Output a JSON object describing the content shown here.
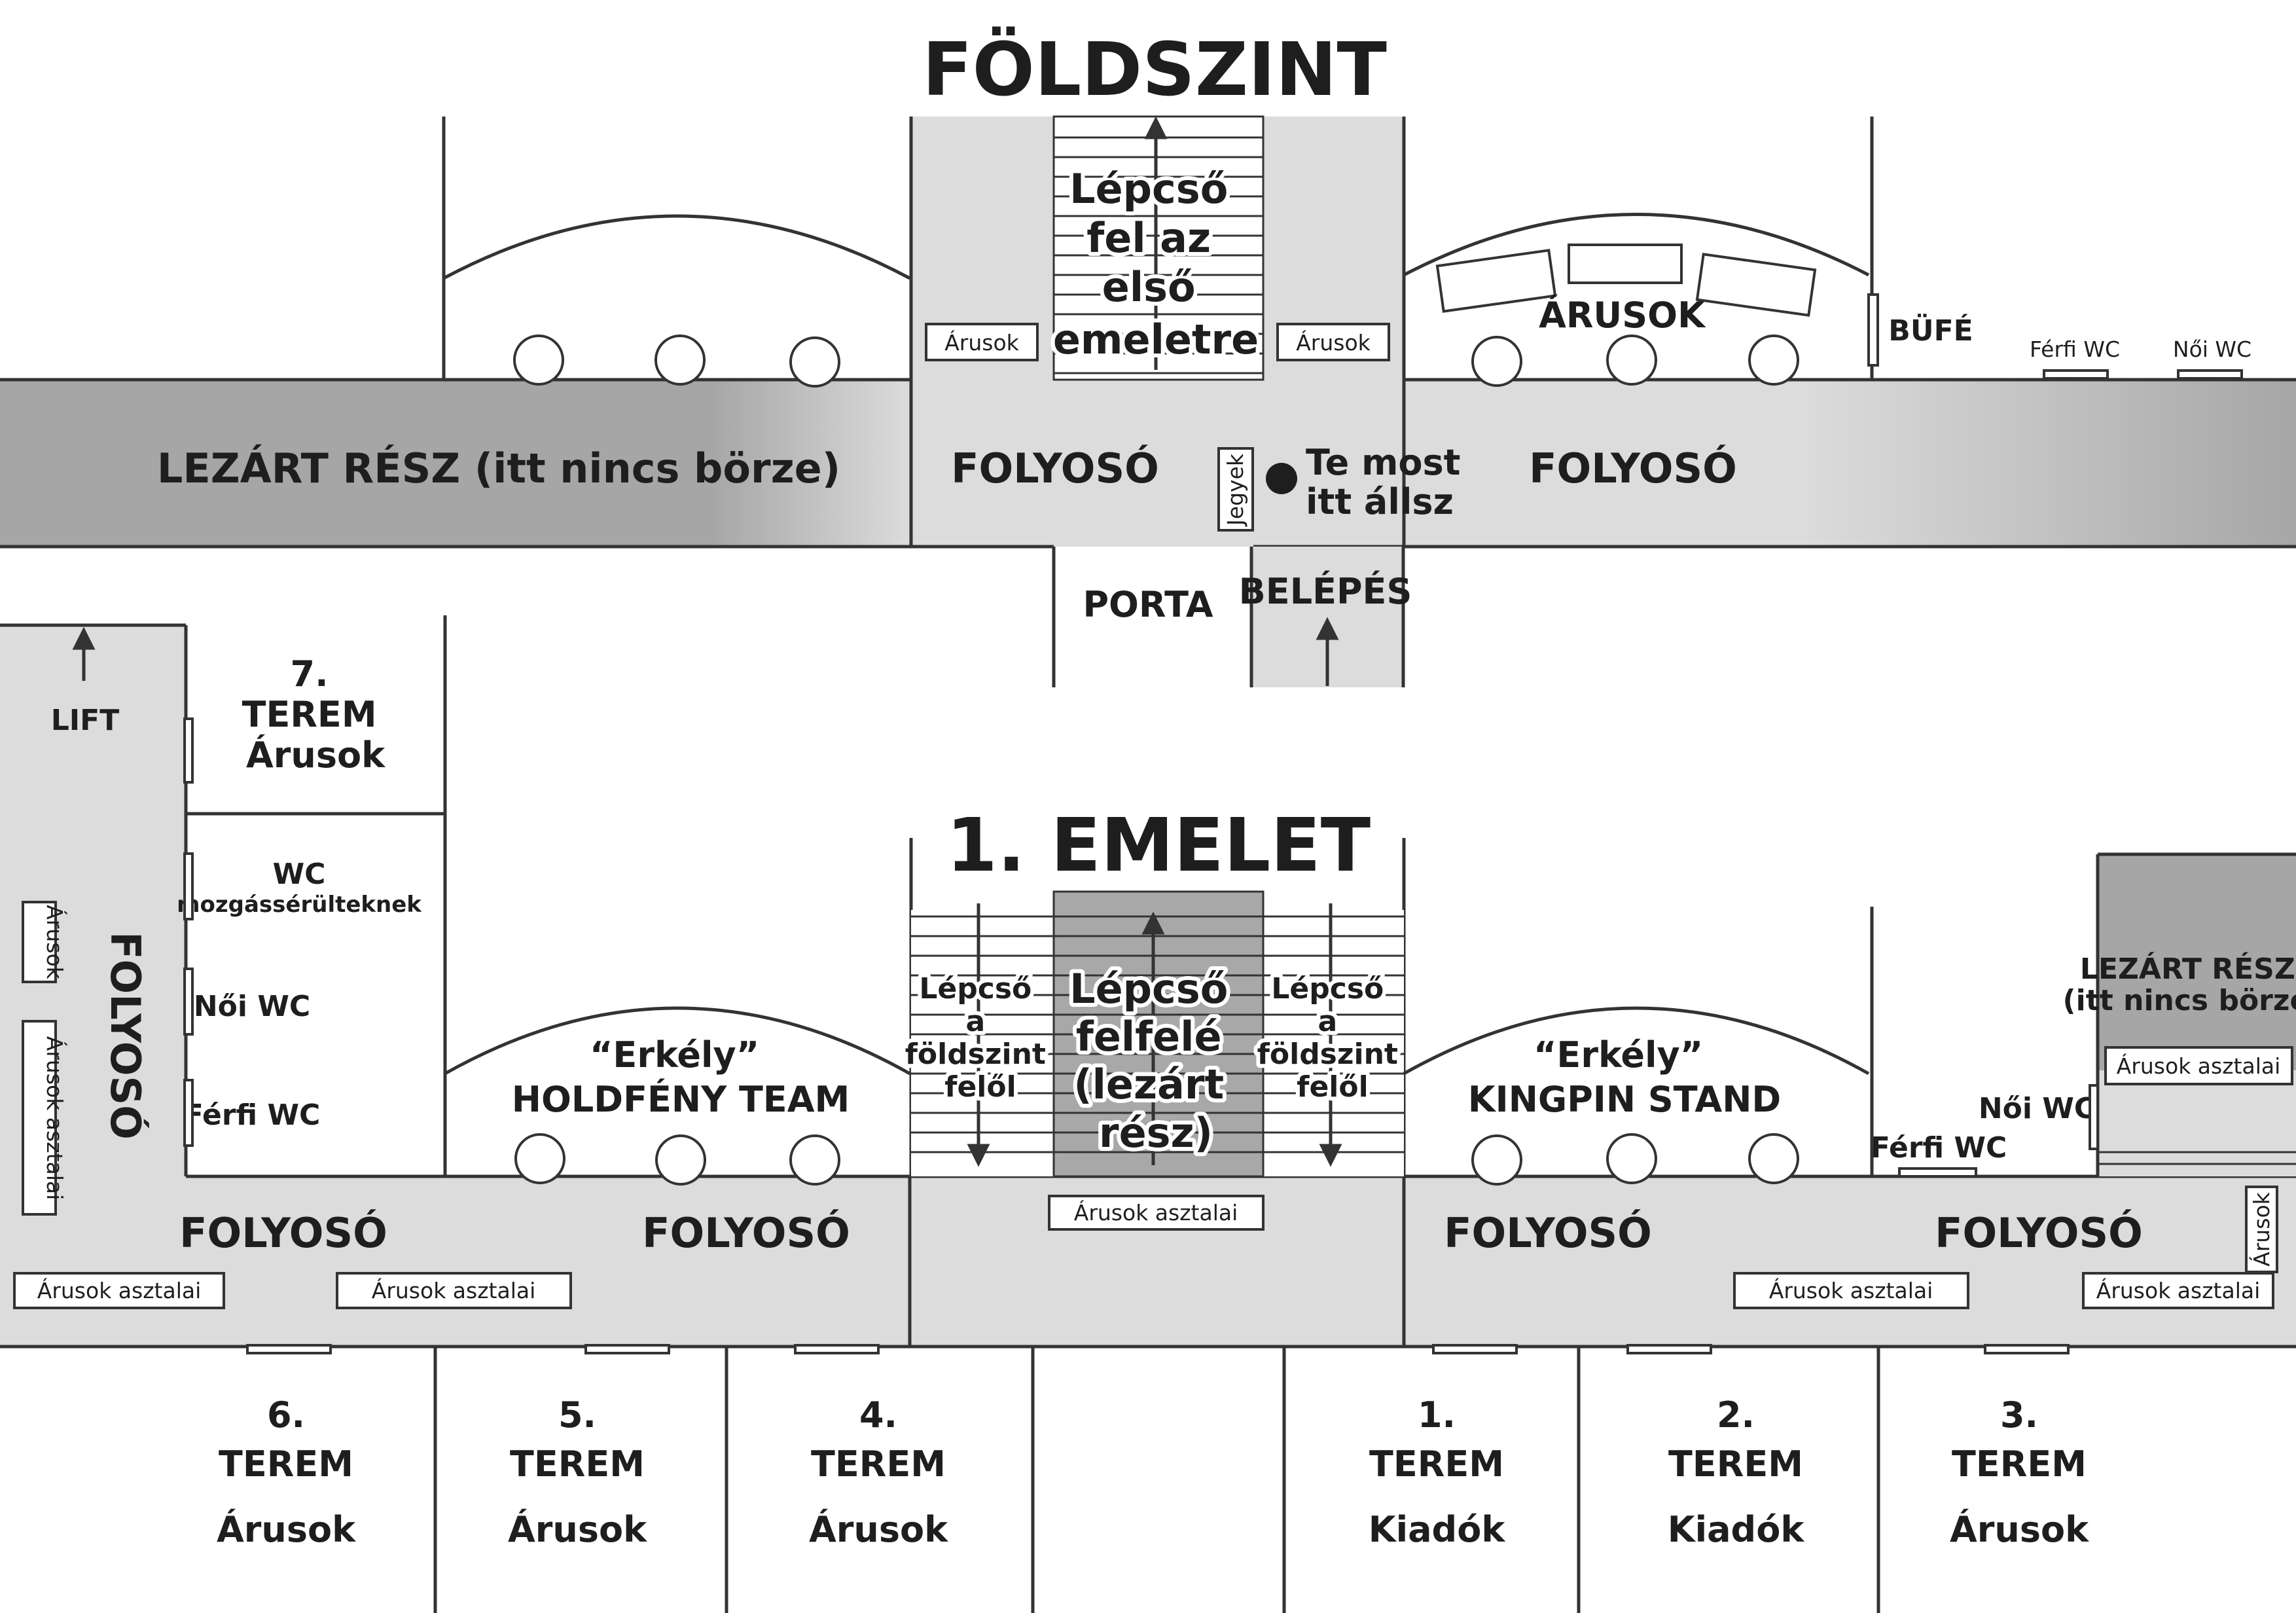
{
  "ground_floor": {
    "title": "FÖLDSZINT",
    "stairs_up": [
      "Lépcső",
      "fel az",
      "első",
      "emeletre"
    ],
    "vendors_left": "Árusok",
    "vendors_right": "Árusok",
    "vendors_area": "ÁRUSOK",
    "buffet": "BÜFÉ",
    "mens_wc": "Férfi WC",
    "womens_wc": "Női WC",
    "closed_area": "LEZÁRT RÉSZ (itt nincs börze)",
    "corridor_left": "FOLYOSÓ",
    "corridor_right": "FOLYOSÓ",
    "tickets": "Jegyek",
    "you_are_here": [
      "Te most",
      "itt állsz"
    ],
    "reception": "PORTA",
    "entrance": "BELÉPÉS"
  },
  "first_floor": {
    "title": "1. EMELET",
    "lift": "LIFT",
    "room7": [
      "7.",
      "TEREM",
      "Árusok"
    ],
    "accessible_wc": [
      "WC",
      "mozgássérülteknek"
    ],
    "womens_wc_left": "Női WC",
    "mens_wc_left": "Férfi WC",
    "vendors_vertical": "Árusok",
    "vendor_tables_vertical": "Árusok asztalai",
    "corridor_vertical": "FOLYOSÓ",
    "stairs_from_ground_left": [
      "Lépcső",
      "a",
      "földszint",
      "felől"
    ],
    "stairs_from_ground_right": [
      "Lépcső",
      "a",
      "földszint",
      "felől"
    ],
    "stairs_up_closed": [
      "Lépcső",
      "felfelé",
      "(lezárt",
      "rész)"
    ],
    "balcony_left": [
      "“Erkély”",
      "HOLDFÉNY TEAM"
    ],
    "balcony_right": [
      "“Erkély”",
      "KINGPIN STAND"
    ],
    "closed_area": [
      "LEZÁRT RÉSZ",
      "(itt nincs börze)"
    ],
    "vendor_tables_right_top": "Árusok asztalai",
    "womens_wc_right": "Női WC",
    "mens_wc_right": "Férfi WC",
    "vendors_right_vertical": "Árusok",
    "corridors": [
      "FOLYOSÓ",
      "FOLYOSÓ",
      "FOLYOSÓ",
      "FOLYOSÓ"
    ],
    "vendor_tables": [
      "Árusok asztalai",
      "Árusok asztalai",
      "Árusok asztalai",
      "Árusok asztalai",
      "Árusok asztalai"
    ],
    "rooms": [
      {
        "num": "6.",
        "word": "TEREM",
        "use": "Árusok"
      },
      {
        "num": "5.",
        "word": "TEREM",
        "use": "Árusok"
      },
      {
        "num": "4.",
        "word": "TEREM",
        "use": "Árusok"
      },
      {
        "num": "1.",
        "word": "TEREM",
        "use": "Kiadók"
      },
      {
        "num": "2.",
        "word": "TEREM",
        "use": "Kiadók"
      },
      {
        "num": "3.",
        "word": "TEREM",
        "use": "Árusok"
      }
    ]
  },
  "colors": {
    "corridor": "#dcdcdc",
    "closed": "#a6a6a6",
    "closed_stairs": "#a8a8a8",
    "lines": "#333333"
  }
}
